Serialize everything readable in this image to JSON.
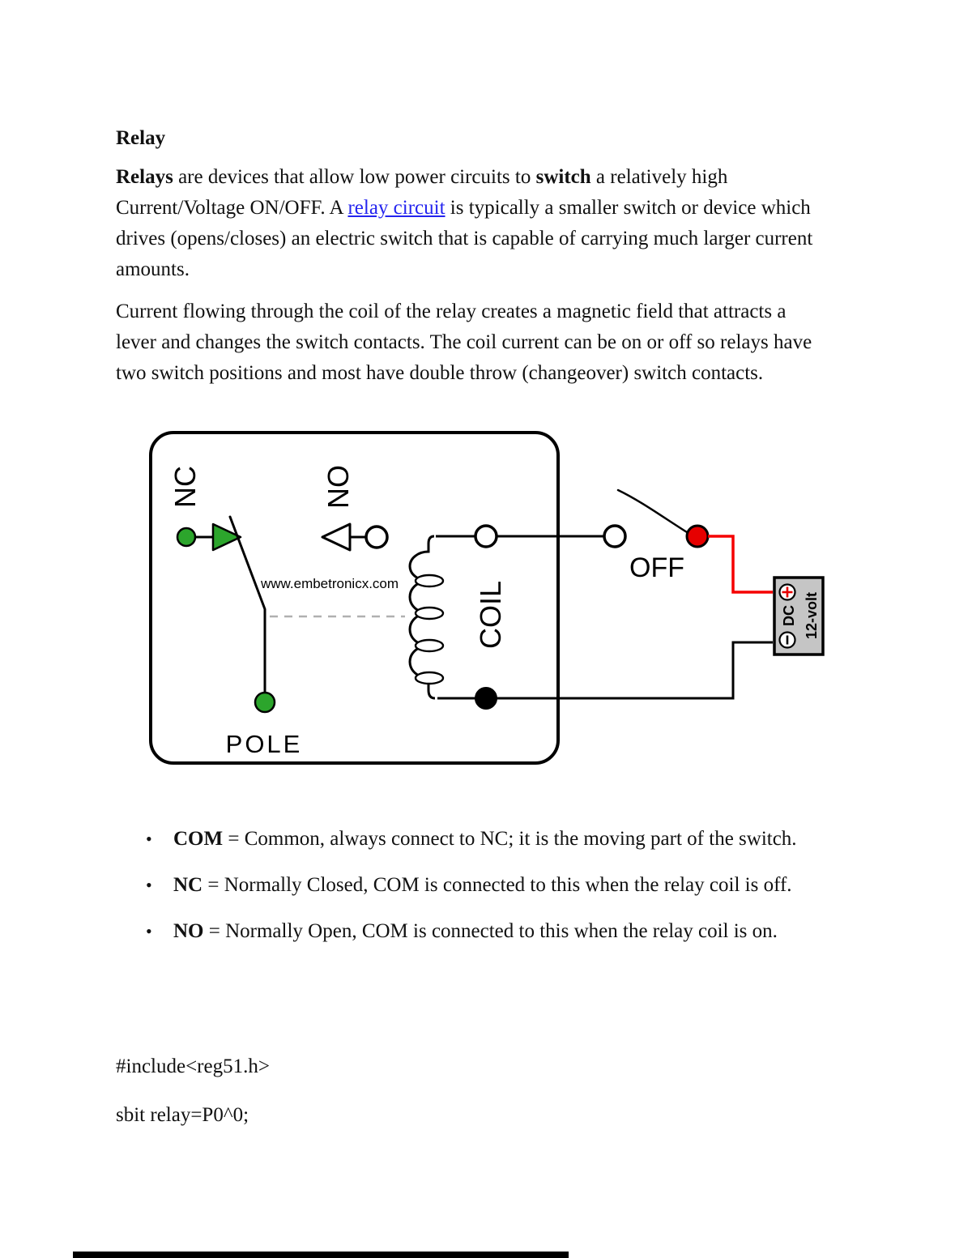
{
  "title": "Relay",
  "bullet_char": "•",
  "intro": {
    "b1": "Relays",
    "t1": " are devices that allow low power circuits to ",
    "b2": "switch",
    "t2": " a relatively high",
    "l2a": "Current/Voltage ON/OFF. A ",
    "link": "relay circuit",
    "l2b": " is typically a smaller switch or device which",
    "line3": "drives (opens/closes) an electric switch that is capable of carrying much larger current",
    "line4": "amounts."
  },
  "body_para": {
    "line1": "Current flowing through the coil of the relay creates a magnetic field that attracts a",
    "line2": "lever and changes the switch contacts. The coil current can be on or off so relays have",
    "line3": "two switch positions and most have double throw (changeover) switch contacts."
  },
  "diagram": {
    "nc_label": "NC",
    "no_label": "NO",
    "coil_label": "COIL",
    "pole_label": "POLE",
    "off_label": "OFF",
    "watermark": "www.embetronicx.com",
    "battery_dc": "DC",
    "battery_volt": "12-volt",
    "colors": {
      "contact_green": "#2ca52c",
      "red": "#e60000",
      "wire_red": "#f50000",
      "battery_gray": "#c5c5c5",
      "watermark_green": "#48a648",
      "dashed_gray": "#b0b0b0"
    }
  },
  "bullets": [
    {
      "term": "COM",
      "rest": " = Common, always connect to NC; it is the moving part of the switch."
    },
    {
      "term": "NC",
      "rest": " = Normally Closed, COM is connected to this when the relay coil is off."
    },
    {
      "term": "NO",
      "rest": " = Normally Open, COM is connected to this when the relay coil is on."
    }
  ],
  "code": {
    "line1": "#include<reg51.h>",
    "line2": "sbit relay=P0^0;"
  }
}
